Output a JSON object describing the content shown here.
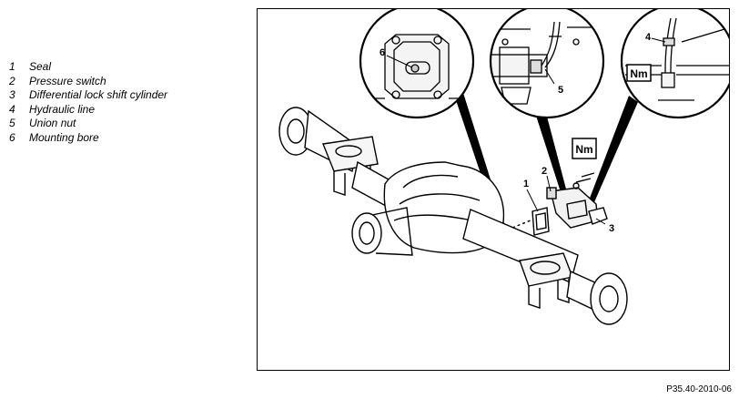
{
  "legend": {
    "items": [
      {
        "num": "1",
        "label": "Seal"
      },
      {
        "num": "2",
        "label": "Pressure switch"
      },
      {
        "num": "3",
        "label": "Differential lock shift cylinder"
      },
      {
        "num": "4",
        "label": "Hydraulic line"
      },
      {
        "num": "5",
        "label": "Union nut"
      },
      {
        "num": "6",
        "label": "Mounting bore"
      }
    ]
  },
  "figure": {
    "callouts": {
      "c1": "1",
      "c2": "2",
      "c3": "3",
      "detail_4": "4",
      "detail_5": "5",
      "detail_6": "6"
    },
    "torque_symbol": "Nm",
    "code": "P35.40-2010-06"
  }
}
